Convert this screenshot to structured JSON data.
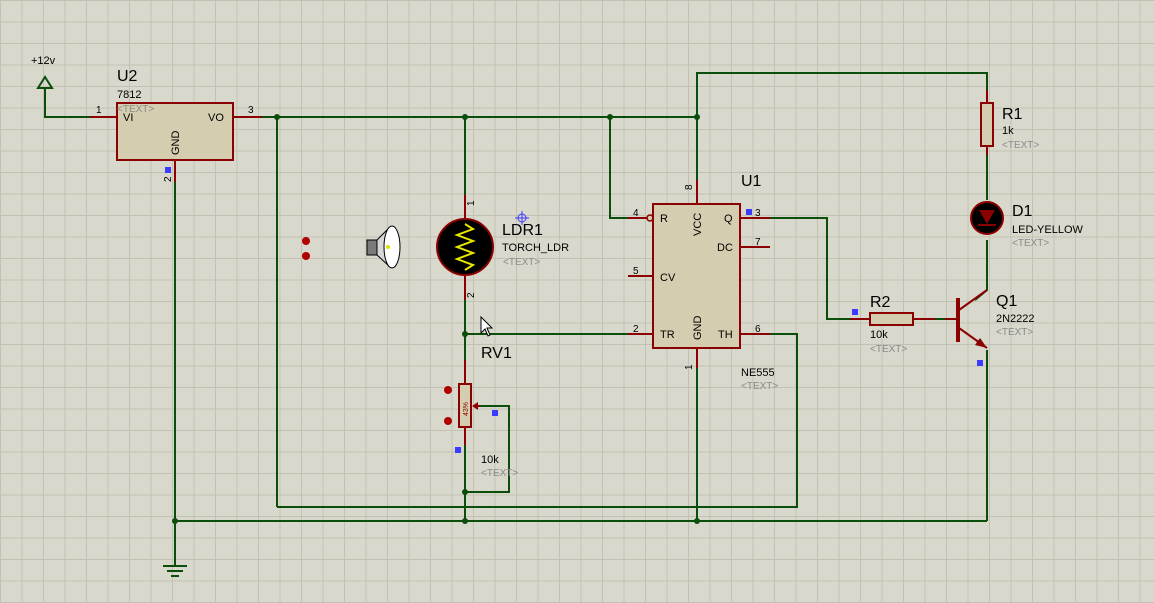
{
  "power": {
    "label": "+12v"
  },
  "u2": {
    "ref": "U2",
    "value": "7812",
    "text": "<TEXT>",
    "pin_vi": "VI",
    "pin_vo": "VO",
    "pin_gnd": "GND",
    "pin1": "1",
    "pin2": "2",
    "pin3": "3"
  },
  "u1": {
    "ref": "U1",
    "value": "NE555",
    "text": "<TEXT>",
    "pins": {
      "r": "R",
      "q": "Q",
      "dc": "DC",
      "cv": "CV",
      "tr": "TR",
      "th": "TH",
      "vcc": "VCC",
      "gnd": "GND"
    },
    "nums": {
      "p4": "4",
      "p3": "3",
      "p7": "7",
      "p5": "5",
      "p2": "2",
      "p6": "6",
      "p8": "8",
      "p1": "1"
    }
  },
  "ldr1": {
    "ref": "LDR1",
    "value": "TORCH_LDR",
    "text": "<TEXT>",
    "pin1": "1",
    "pin2": "2"
  },
  "rv1": {
    "ref": "RV1",
    "value": "10k",
    "text": "<TEXT>",
    "body_label": "43%"
  },
  "r1": {
    "ref": "R1",
    "value": "1k",
    "text": "<TEXT>"
  },
  "r2": {
    "ref": "R2",
    "value": "10k",
    "text": "<TEXT>"
  },
  "d1": {
    "ref": "D1",
    "value": "LED-YELLOW",
    "text": "<TEXT>"
  },
  "q1": {
    "ref": "Q1",
    "value": "2N2222",
    "text": "<TEXT>"
  },
  "colors": {
    "wire": "#0b4d0b",
    "lead": "#8b0000",
    "body": "#d5cdb0",
    "background": "#d8d8cc",
    "grid": "#c2c2b4"
  }
}
